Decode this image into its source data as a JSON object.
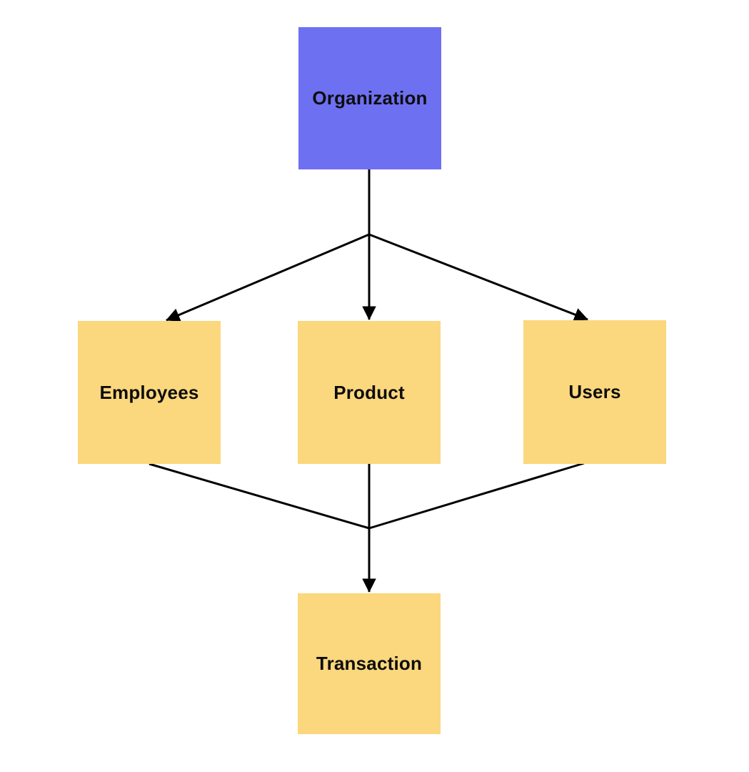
{
  "diagram": {
    "background": "#FFFFFF",
    "edge_color": "#000000",
    "text_color": "#0D0D0D",
    "nodes": [
      {
        "id": "organization",
        "label": "Organization",
        "fill": "#6E70F2"
      },
      {
        "id": "employees",
        "label": "Employees",
        "fill": "#FBD77D"
      },
      {
        "id": "product",
        "label": "Product",
        "fill": "#FBD77D"
      },
      {
        "id": "users",
        "label": "Users",
        "fill": "#FBD77D"
      },
      {
        "id": "transaction",
        "label": "Transaction",
        "fill": "#FBD77D"
      }
    ],
    "edges": [
      {
        "from": "Organization",
        "to": "Employees"
      },
      {
        "from": "Organization",
        "to": "Product"
      },
      {
        "from": "Organization",
        "to": "Users"
      },
      {
        "from": "Employees",
        "to": "Transaction"
      },
      {
        "from": "Product",
        "to": "Transaction"
      },
      {
        "from": "Users",
        "to": "Transaction"
      }
    ]
  }
}
